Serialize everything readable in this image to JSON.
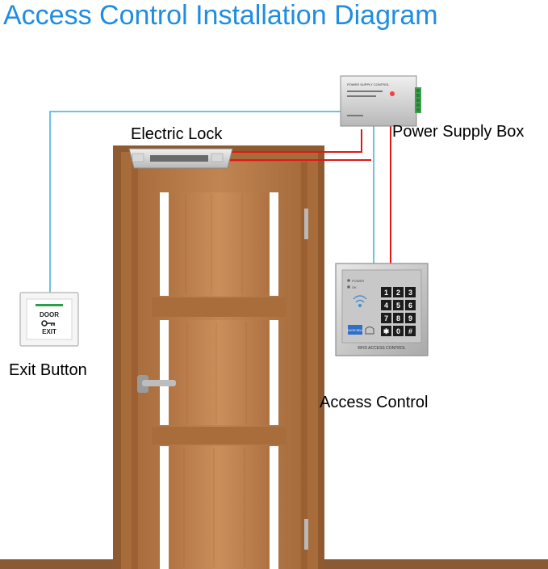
{
  "title": "Access Control Installation Diagram",
  "labels": {
    "electric_lock": "Electric Lock",
    "power_supply": "Power Supply Box",
    "exit_button": "Exit Button",
    "access_control": "Access Control"
  },
  "exit_button_device": {
    "line1": "DOOR",
    "line2": "EXIT"
  },
  "power_box_device": {
    "header": "POWER SUPPLY CONTROL"
  },
  "keypad_device": {
    "status_power": "POWER",
    "status_ok": "OK",
    "keys": [
      "1",
      "2",
      "3",
      "4",
      "5",
      "6",
      "7",
      "8",
      "9",
      "✱",
      "0",
      "#"
    ],
    "doorbell_label": "DOOR BELL",
    "footer": "RFID ACCESS CONTROL"
  },
  "colors": {
    "title": "#1f8ee0",
    "wire_data": "#6cc4de",
    "wire_power": "#e01818",
    "door_wood": "#b77a45"
  }
}
